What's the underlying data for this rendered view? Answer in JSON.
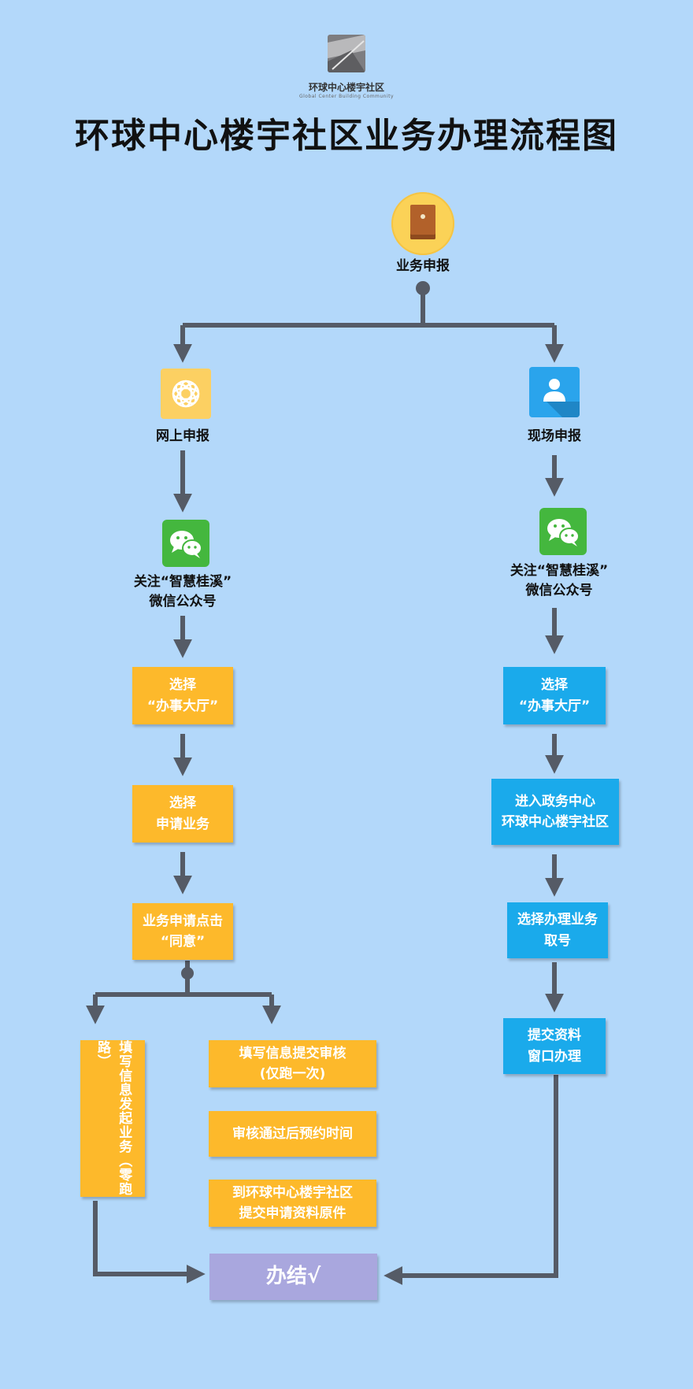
{
  "header": {
    "logo_name": "环球中心楼宇社区",
    "logo_subtitle": "Global Center Building Community",
    "title": "环球中心楼宇社区业务办理流程图"
  },
  "nodes": {
    "start": "业务申报",
    "online": "网上申报",
    "onsite": "现场申报",
    "wechat_left": [
      "关注“智慧桂溪”",
      "微信公众号"
    ],
    "wechat_right": [
      "关注“智慧桂溪”",
      "微信公众号"
    ],
    "l_hall": [
      "选择",
      "“办事大厅”"
    ],
    "l_apply": [
      "选择",
      "申请业务"
    ],
    "l_agree": [
      "业务申请点击",
      "“同意”"
    ],
    "l_zero": "填写信息发起业务（零跑路）",
    "l_once": [
      "填写信息提交审核",
      "(仅跑一次)"
    ],
    "l_appoint": "审核通过后预约时间",
    "l_submit": [
      "到环球中心楼宇社区",
      "提交申请资料原件"
    ],
    "r_hall": [
      "选择",
      "“办事大厅”"
    ],
    "r_center": [
      "进入政务中心",
      "环球中心楼宇社区"
    ],
    "r_ticket": [
      "选择办理业务",
      "取号"
    ],
    "r_window": [
      "提交资料",
      "窗口办理"
    ],
    "done": "办结√"
  },
  "colors": {
    "background": "#b3d8fa",
    "online_branch": "#fdb92b",
    "onsite_branch": "#1aaaeb",
    "done": "#a9a7de",
    "connector": "#555b66"
  },
  "icons": {
    "start": "envelope-icon",
    "online": "network-globe-icon",
    "onsite": "person-icon",
    "wechat": "wechat-icon"
  }
}
